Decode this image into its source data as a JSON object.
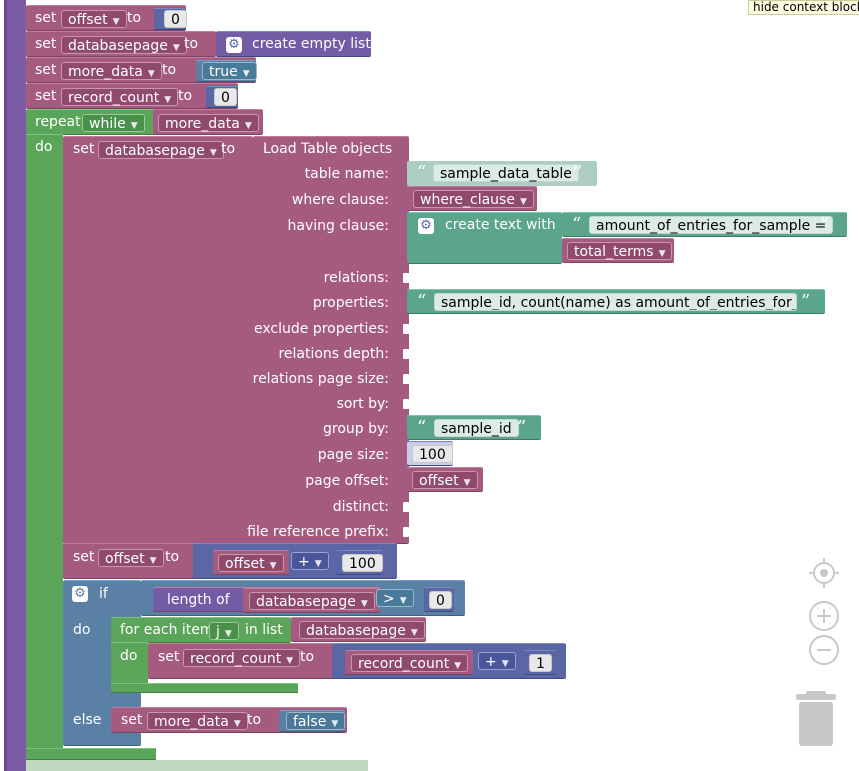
{
  "tooltip": "hide context blocks",
  "blocks": {
    "set_kw": "set",
    "to_kw": "to",
    "repeat_kw": "repeat",
    "do_kw": "do",
    "if_kw": "if",
    "else_kw": "else",
    "while_opt": "while",
    "create_empty_list": "create empty list",
    "create_text_with": "create text with",
    "length_of": "length of",
    "for_each_item": "for each item",
    "in_list": "in list",
    "load_table": "Load Table objects",
    "true_val": "true",
    "false_val": "false",
    "plus": "+",
    "gt": ">",
    "loop_var": "j"
  },
  "vars": {
    "offset": "offset",
    "databasepage": "databasepage",
    "more_data": "more_data",
    "record_count": "record_count",
    "where_clause": "where_clause",
    "total_terms": "total_terms"
  },
  "numbers": {
    "zero": "0",
    "hundred": "100",
    "one": "1",
    "page_size": "100"
  },
  "strings": {
    "table_name": "sample_data_table",
    "amount_text": "amount_of_entries_for_sample =",
    "properties": "sample_id, count(name) as amount_of_entries_for_...",
    "group_by": "sample_id"
  },
  "params": {
    "table_name": "table name:",
    "where_clause": "where clause:",
    "having_clause": "having clause:",
    "relations": "relations:",
    "properties": "properties:",
    "exclude_properties": "exclude properties:",
    "relations_depth": "relations depth:",
    "relations_page_size": "relations page size:",
    "sort_by": "sort by:",
    "group_by": "group by:",
    "page_size": "page size:",
    "page_offset": "page offset:",
    "distinct": "distinct:",
    "file_reference_prefix": "file reference prefix:"
  },
  "colors": {
    "variables": "#a55b80",
    "text": "#5ba58c",
    "math": "#5b67a5",
    "logic": "#5b80a5",
    "loops": "#5ba55b",
    "procedure": "#7e5ba5"
  }
}
